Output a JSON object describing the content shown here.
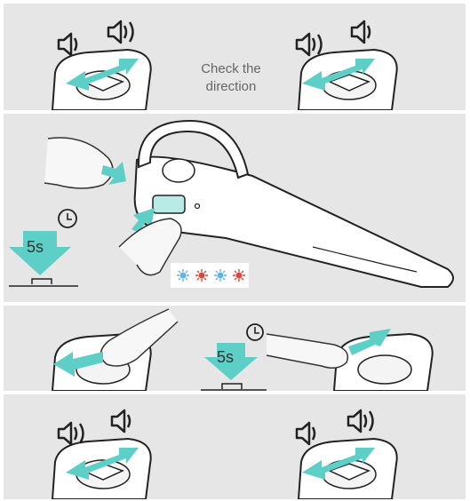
{
  "panel1": {
    "caption": "Check the\ndirection"
  },
  "panel2": {
    "hold_time": "5s"
  },
  "panel3": {
    "hold_time": "5s"
  },
  "colors": {
    "accent": "#5ecfc6",
    "led_blue": "#5fb6e6",
    "led_red": "#e0453b",
    "panel_bg": "#e6e6e6"
  },
  "icons": [
    "speaker-icon",
    "clock-icon",
    "arrow-down-icon",
    "double-arrow-icon"
  ]
}
